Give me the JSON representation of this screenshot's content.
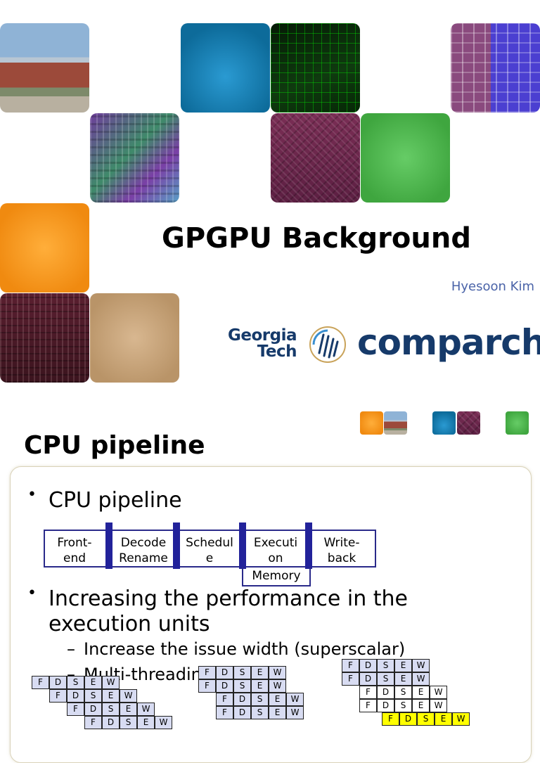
{
  "slide1": {
    "title": "GPGPU Background",
    "author": "Hyesoon Kim",
    "logo": {
      "line1": "Georgia",
      "line2": "Tech",
      "brand": "comparch"
    }
  },
  "slide2": {
    "title": "CPU pipeline",
    "bullets": [
      {
        "text": "CPU pipeline"
      },
      {
        "text": "Increasing the performance in the"
      },
      {
        "text": "execution units"
      }
    ],
    "subbullets": [
      {
        "dash": "–",
        "text": "Increase the issue width (superscalar)"
      },
      {
        "dash": "–",
        "text": "Multi-threading"
      }
    ],
    "pipeline": {
      "stages": [
        {
          "line1": "Front-",
          "line2": "end"
        },
        {
          "line1": "Decode",
          "line2": "Rename"
        },
        {
          "line1": "Schedul",
          "line2": "e"
        },
        {
          "line1": "Executi",
          "line2": "on"
        },
        {
          "line1": "Write-",
          "line2": "back"
        }
      ],
      "memory": "Memory"
    },
    "stage_letters": [
      "F",
      "D",
      "S",
      "E",
      "W"
    ]
  },
  "colors": {
    "pipeline_blue": "#22229a",
    "cell_blue": "#d8dcf2",
    "cell_yellow": "#ffff00",
    "author_blue": "#4a63a8",
    "logo_navy": "#163a6a"
  }
}
